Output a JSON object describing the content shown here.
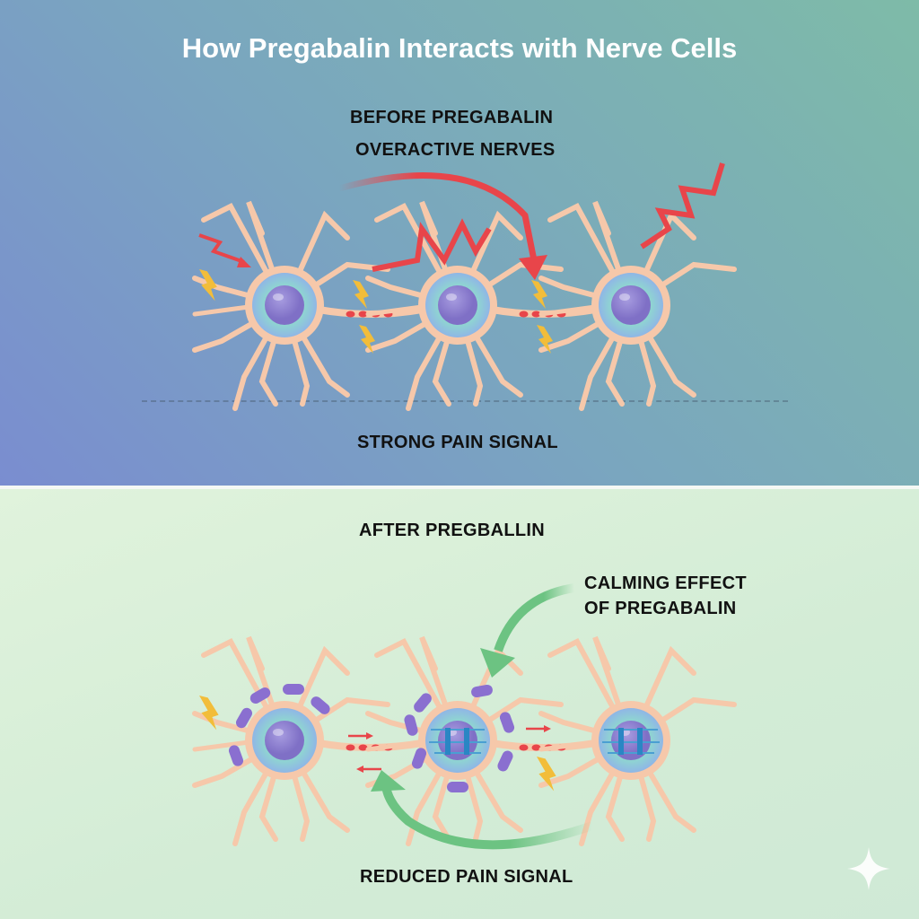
{
  "title": "How Pregabalin Interacts with Nerve Cells",
  "before": {
    "heading_line1": "BEFORE PREGABALIN",
    "heading_line2": "OVERACTIVE NERVES",
    "caption": "STRONG PAIN SIGNAL"
  },
  "after": {
    "heading": "AFTER PREGBALLIN",
    "callout_line1": "CALMING EFFECT",
    "callout_line2": "OF PREGABALIN",
    "caption": "REDUCED PAIN SIGNAL"
  },
  "colors": {
    "pain_red": "#e8454a",
    "spark_yellow": "#f2bd3a",
    "calm_green": "#6cc382",
    "neuron_body": "#f6c8aa",
    "nucleus": "#8e7fd0",
    "channel_blue": "#2a86c4"
  }
}
